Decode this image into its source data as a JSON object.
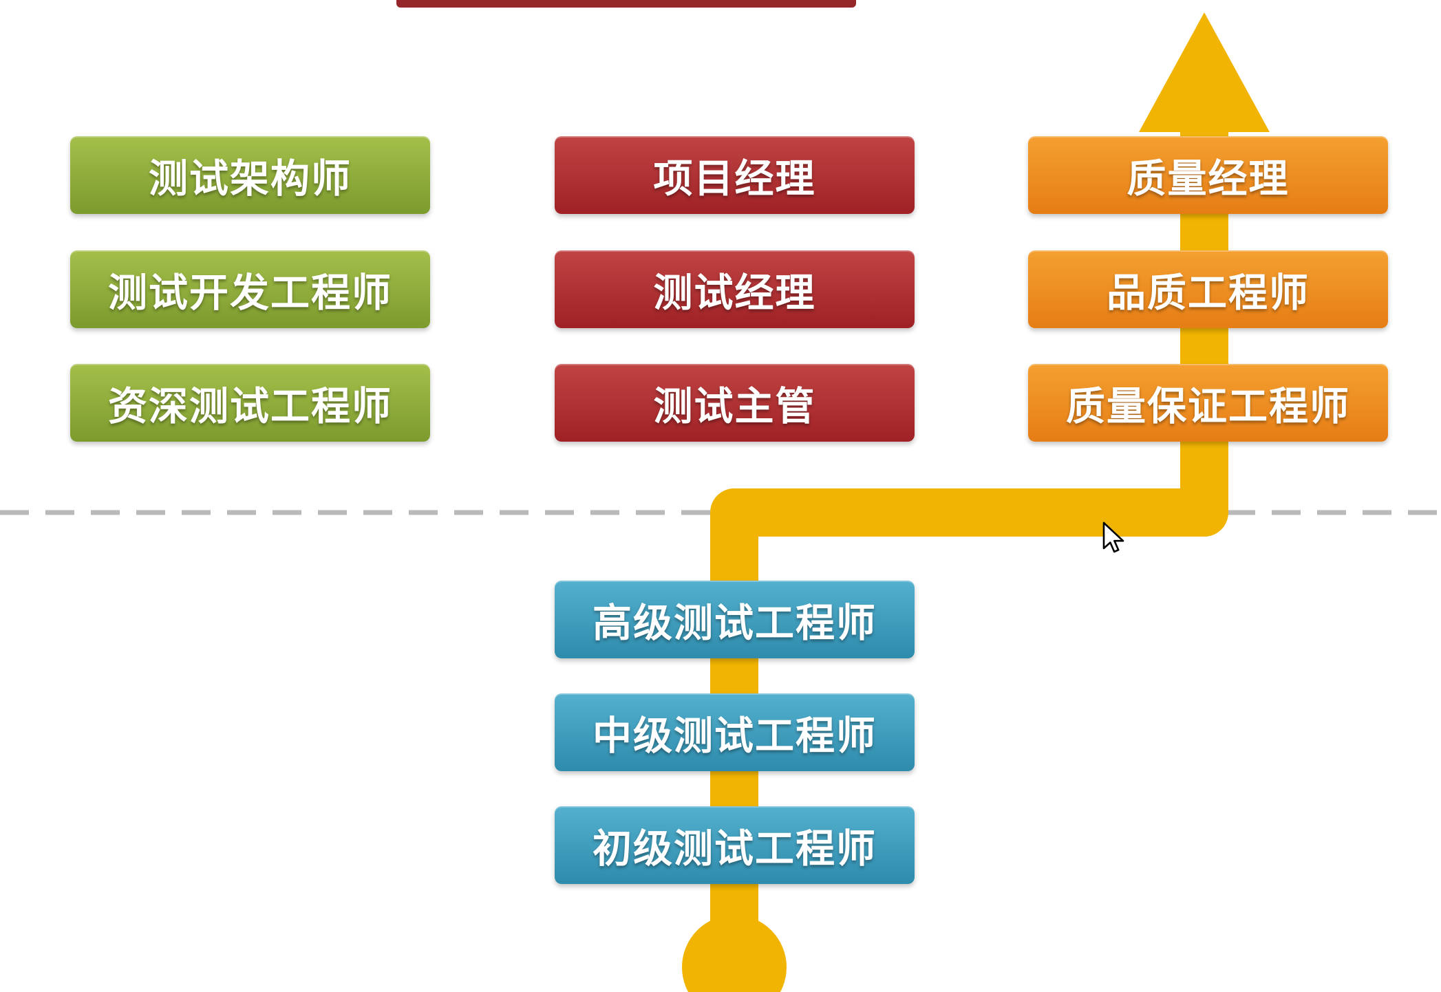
{
  "colors": {
    "background": "#ffffff",
    "green_top": "#a4bf4a",
    "green_bottom": "#7c9b2e",
    "red_top": "#c14444",
    "red_bottom": "#9f2125",
    "orange_top": "#f4a031",
    "orange_bottom": "#e67d15",
    "blue_top": "#54b0ce",
    "blue_bottom": "#2e8bac",
    "arrow": "#f1b402",
    "dashed_line": "#b9b9b9",
    "top_bar": "#95262a",
    "box_text": "#ffffff"
  },
  "tracks": {
    "technical": {
      "items": [
        "测试架构师",
        "测试开发工程师",
        "资深测试工程师"
      ]
    },
    "management": {
      "items": [
        "项目经理",
        "测试经理",
        "测试主管"
      ]
    },
    "quality": {
      "items": [
        "质量经理",
        "品质工程师",
        "质量保证工程师"
      ]
    },
    "foundation": {
      "items": [
        "高级测试工程师",
        "中级测试工程师",
        "初级测试工程师"
      ]
    }
  }
}
